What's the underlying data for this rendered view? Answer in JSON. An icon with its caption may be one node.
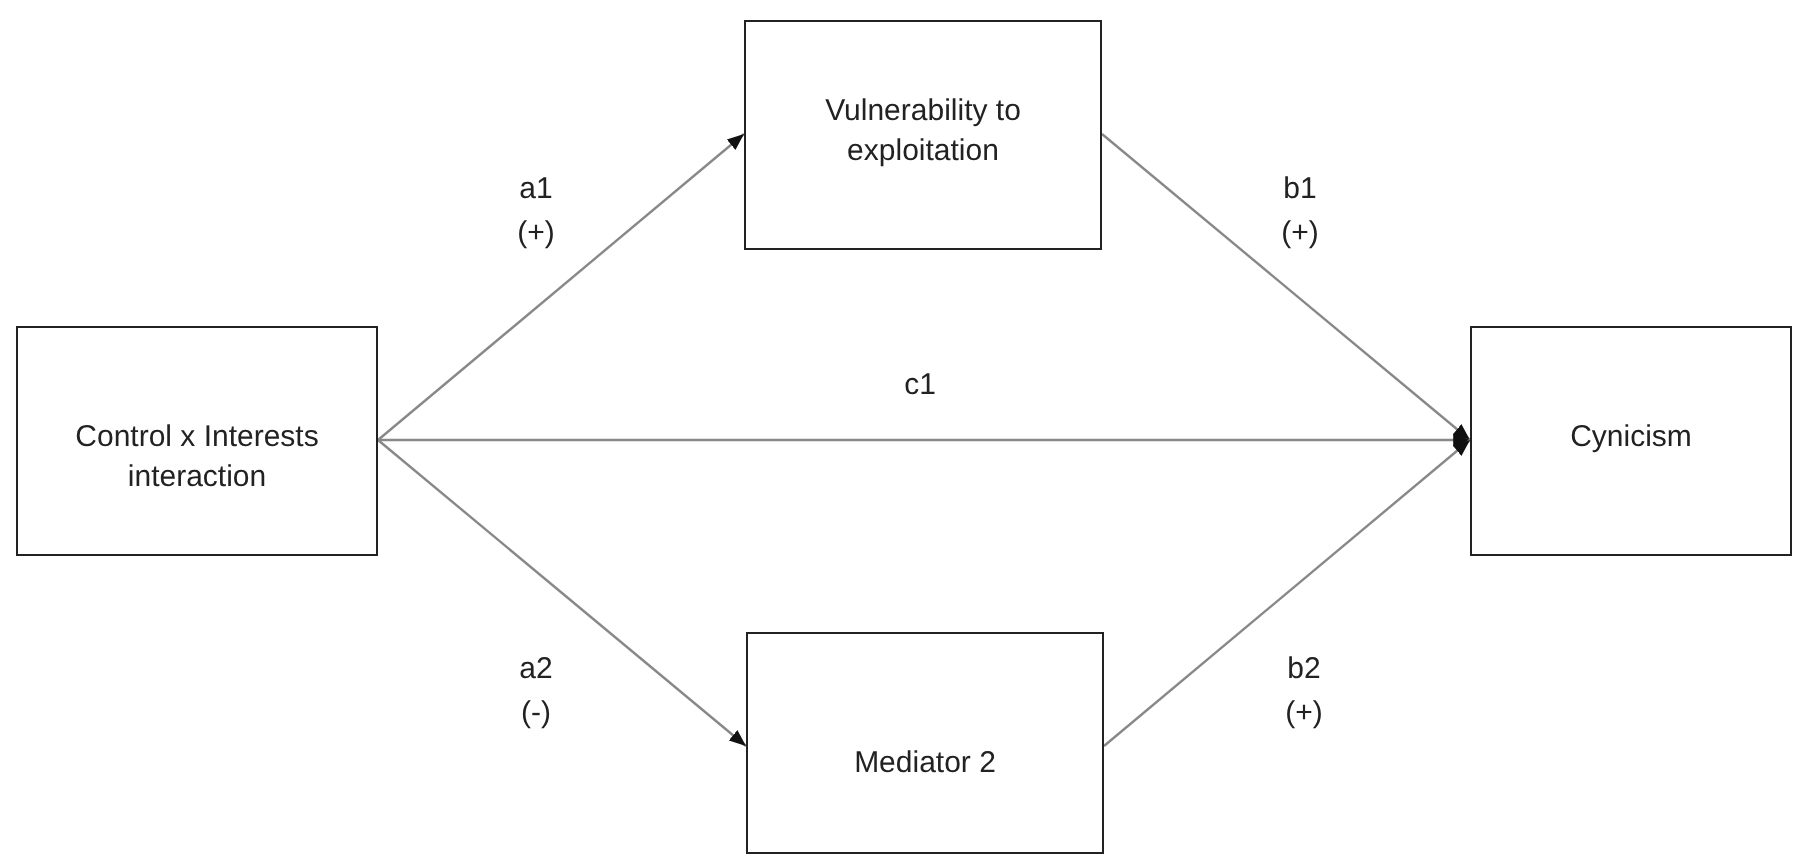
{
  "diagram": {
    "nodes": [
      {
        "text": [
          "Control x Interests interaction"
        ]
      },
      {
        "text": [
          "Vulnerability to exploitation"
        ]
      },
      {
        "text": [
          "Mediator 2"
        ]
      },
      {
        "text": [
          "Cynicism"
        ]
      }
    ],
    "edges": [
      {
        "from": 0,
        "to": 1,
        "arrow": "to",
        "label": "a1 (+)"
      },
      {
        "from": 1,
        "to": 3,
        "arrow": "to",
        "label": "b1 (+)"
      },
      {
        "from": 0,
        "to": 3,
        "arrow": "to",
        "label": "c1"
      },
      {
        "from": 0,
        "to": 2,
        "arrow": "to",
        "label": "a2 (-)"
      },
      {
        "from": 2,
        "to": 3,
        "arrow": "to",
        "label": "b2 (+)"
      }
    ]
  }
}
